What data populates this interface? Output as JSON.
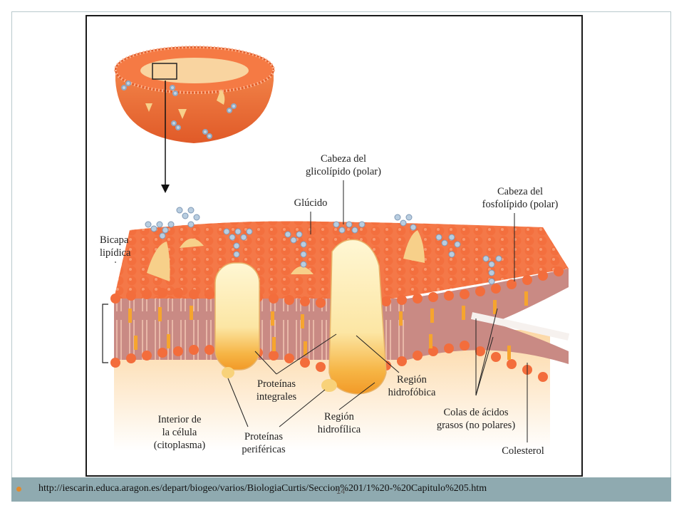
{
  "figure": {
    "labels": {
      "glycolipid_head": [
        "Cabeza del",
        "glicolípido (polar)"
      ],
      "glucid": "Glúcido",
      "phospholipid_head": [
        "Cabeza del",
        "fosfolípido (polar)"
      ],
      "bilayer": [
        "Bicapa",
        "lipídica"
      ],
      "integral_proteins": [
        "Proteínas",
        "integrales"
      ],
      "hydrophobic_region": [
        "Región",
        "hidrofóbica"
      ],
      "cell_interior": [
        "Interior de",
        "la célula",
        "(citoplasma)"
      ],
      "peripheral_proteins": [
        "Proteínas",
        "periféricas"
      ],
      "hydrophilic_region": [
        "Región",
        "hidrofílica"
      ],
      "fatty_acid_tails": [
        "Colas de ácidos",
        "grasos (no polares)"
      ],
      "cholesterol": "Colesterol"
    }
  },
  "footer": {
    "url": "http://iescarin.educa.aragon.es/depart/biogeo/varios/BiologiaCurtis/Seccion%201/1%20-%20Capitulo%205.htm",
    "page_number": "14"
  },
  "colors": {
    "membrane_orange": "#f06a3a",
    "membrane_dark": "#d44a20",
    "protein_cream": "#fbe6a8",
    "glycan_blue": "#a9bfd6",
    "footer_bar": "#8faab0",
    "bullet": "#e28a2b"
  }
}
